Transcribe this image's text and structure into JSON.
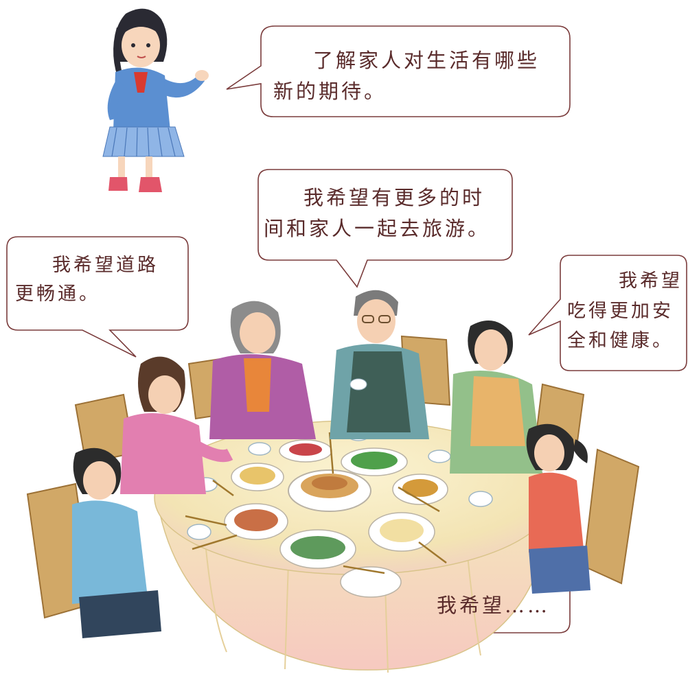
{
  "colors": {
    "bubble_border": "#7a3b3b",
    "text": "#5a2b2b",
    "tablecloth": "#f6ecc4",
    "chair": "#c49a5a"
  },
  "bubbles": {
    "narrator": {
      "line1": "了解家人对生活有哪些",
      "line2": "新的期待。"
    },
    "grandpa": {
      "line1": "我希望有更多的时",
      "line2": "间和家人一起去旅游。"
    },
    "mother": {
      "line1": "我希望道路",
      "line2": "更畅通。"
    },
    "father": {
      "line1": "我希望",
      "line2": "吃得更加安",
      "line3": "全和健康。"
    },
    "girl": {
      "line1": "我希望……"
    }
  }
}
